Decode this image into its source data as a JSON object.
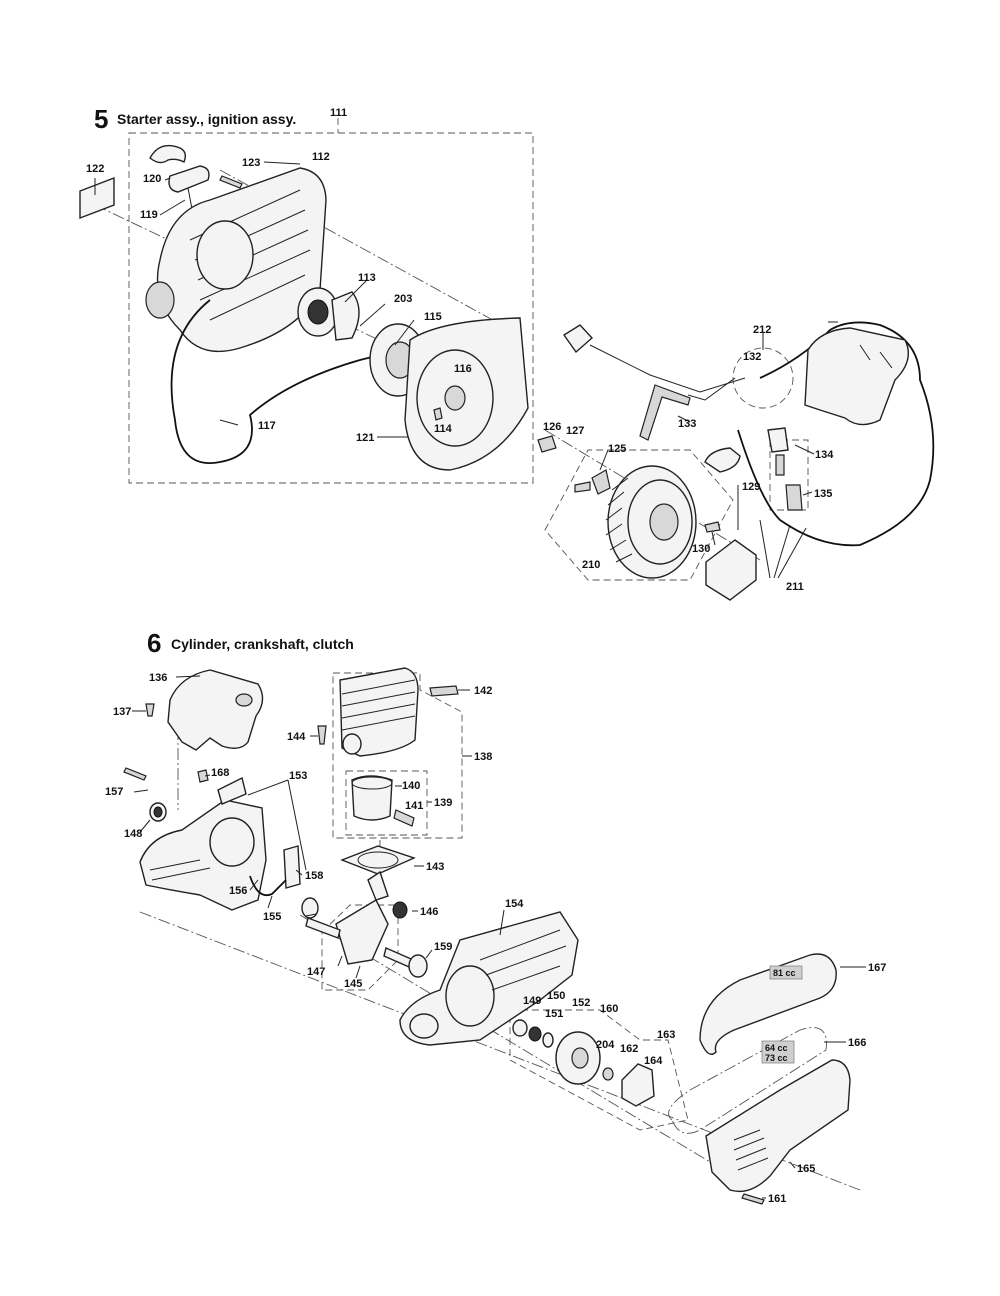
{
  "sections": [
    {
      "number": "5",
      "title": "Starter assy., ignition assy."
    },
    {
      "number": "6",
      "title": "Cylinder, crankshaft, clutch"
    }
  ],
  "callouts": {
    "p111": "111",
    "p112": "112",
    "p113": "113",
    "p114": "114",
    "p115": "115",
    "p116": "116",
    "p117": "117",
    "p119": "119",
    "p120": "120",
    "p121": "121",
    "p122": "122",
    "p123": "123",
    "p125": "125",
    "p126": "126",
    "p127": "127",
    "p129": "129",
    "p130": "130",
    "p132": "132",
    "p133": "133",
    "p134": "134",
    "p135": "135",
    "p136": "136",
    "p137": "137",
    "p138": "138",
    "p139": "139",
    "p140": "140",
    "p141": "141",
    "p142": "142",
    "p143": "143",
    "p144": "144",
    "p145": "145",
    "p146": "146",
    "p147": "147",
    "p148": "148",
    "p149": "149",
    "p150": "150",
    "p151": "151",
    "p152": "152",
    "p153": "153",
    "p154": "154",
    "p155": "155",
    "p156": "156",
    "p157": "157",
    "p158": "158",
    "p159": "159",
    "p160": "160",
    "p161": "161",
    "p162": "162",
    "p163": "163",
    "p164": "164",
    "p165": "165",
    "p166": "166",
    "p167": "167",
    "p168": "168",
    "p203": "203",
    "p204": "204",
    "p210": "210",
    "p211": "211",
    "p212": "212"
  },
  "variant_tags": {
    "belt_large": "81 cc",
    "belt_small_a": "64 cc",
    "belt_small_b": "73 cc"
  }
}
